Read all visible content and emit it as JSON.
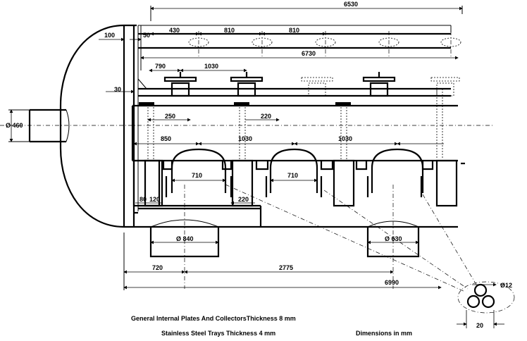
{
  "dimensions": {
    "overall_top": "6530",
    "head_offset": "100",
    "plate_offset": "50",
    "spacing_430": "430",
    "spacing_810_a": "810",
    "spacing_810_b": "810",
    "length_6730": "6730",
    "spacing_790": "790",
    "spacing_1030_top": "1030",
    "offset_30": "30",
    "nozzle_dia": "Ø 460",
    "spacing_250": "250",
    "spacing_220_top": "220",
    "spacing_850": "850",
    "spacing_1030_a": "1030",
    "spacing_1030_b": "1030",
    "width_710_a": "710",
    "width_710_b": "710",
    "offset_80": "80",
    "offset_120": "120",
    "spacing_220_bottom": "220",
    "nozzle_840": "Ø 840",
    "nozzle_630": "Ø 630",
    "spacing_720": "720",
    "spacing_2775": "2775",
    "overall_bottom": "6990",
    "tube_dia": "Ø12",
    "tube_pitch": "20"
  },
  "notes": {
    "plates": "General Internal Plates And CollectorsThickness 8 mm",
    "trays": "Stainless Steel Trays Thickness 4 mm",
    "units": "Dimensions in mm"
  }
}
